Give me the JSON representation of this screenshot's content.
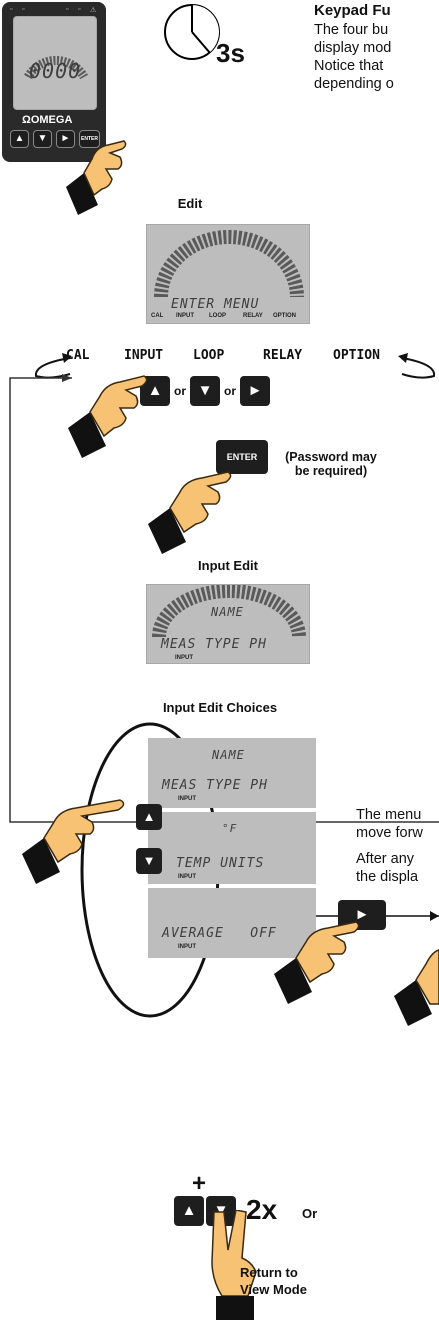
{
  "intro": {
    "heading": "Keypad Fu",
    "lines": [
      "The four bu",
      "display mod",
      "Notice that",
      "depending o"
    ]
  },
  "meter": {
    "reading": "0000",
    "brand": "OMEGA",
    "enter_key": "ENTER"
  },
  "hold_time": "3s",
  "edit": {
    "title": "Edit",
    "lcd_text": "ENTER MENU",
    "annunciators": [
      "CAL",
      "INPUT",
      "LOOP",
      "RELAY",
      "OPTION"
    ]
  },
  "menu": {
    "items": [
      "CAL",
      "INPUT",
      "LOOP",
      "RELAY",
      "OPTION"
    ],
    "or": "or"
  },
  "enter_step": {
    "key": "ENTER",
    "note": "(Password may\nbe required)"
  },
  "input_edit": {
    "title": "Input Edit",
    "top": "NAME",
    "bottom": "MEAS TYPE PH",
    "annunciator": "INPUT"
  },
  "choices": {
    "title": "Input Edit Choices",
    "screens": [
      {
        "top": "NAME",
        "bottom": "MEAS TYPE PH",
        "annunciator": "INPUT"
      },
      {
        "top": "°F",
        "bottom": "TEMP UNITS",
        "annunciator": "INPUT"
      },
      {
        "top": "",
        "bottom": "AVERAGE   OFF",
        "annunciator": "INPUT"
      }
    ]
  },
  "side_notes": {
    "line1": [
      "The menu",
      "move forw"
    ],
    "line2": [
      "After any",
      "the displa"
    ]
  },
  "return": {
    "count": "2x",
    "or": "Or",
    "label": "Return to\nView Mode",
    "plus": "+"
  }
}
